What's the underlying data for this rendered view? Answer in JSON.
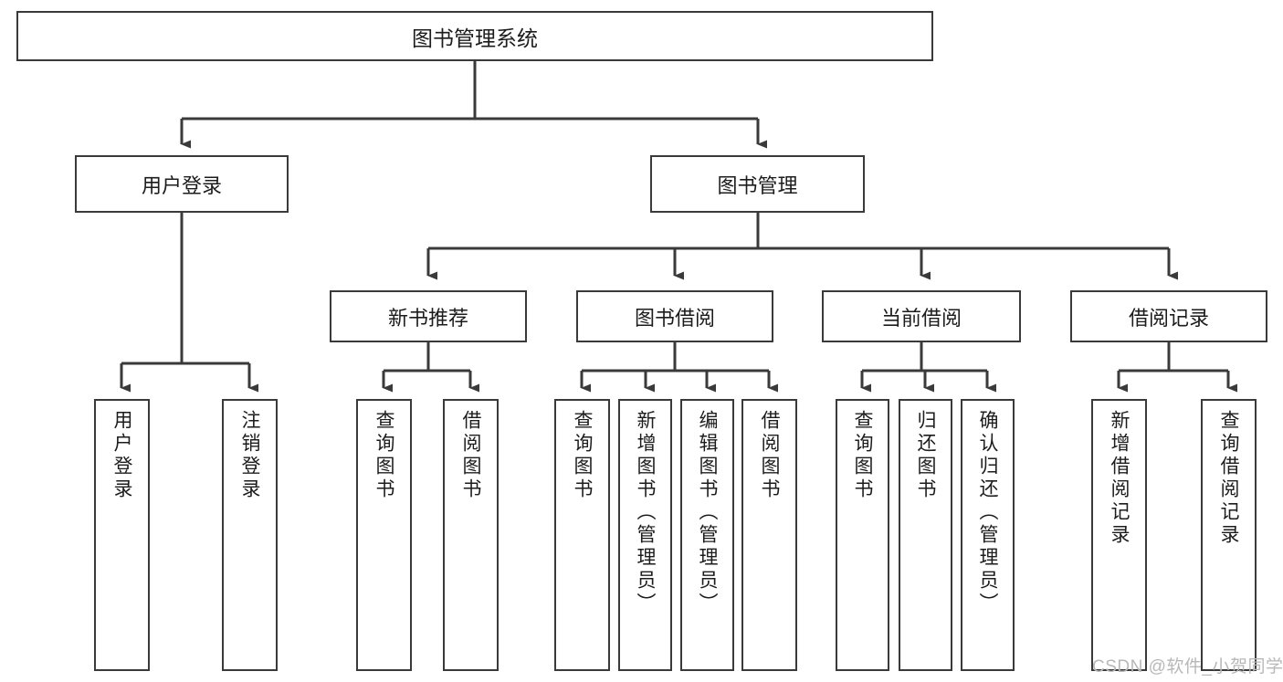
{
  "diagram": {
    "type": "tree-hierarchy-chart",
    "title": "图书管理系统",
    "colors": {
      "stroke": "#3a3a3a",
      "fill": "#ffffff",
      "text": "#1c1c1c",
      "watermark": "#b8b8b8"
    },
    "root": {
      "label": "图书管理系统"
    },
    "level_two": [
      {
        "label": "用户登录"
      },
      {
        "label": "图书管理"
      }
    ],
    "level_three": [
      {
        "label": "新书推荐"
      },
      {
        "label": "图书借阅"
      },
      {
        "label": "当前借阅"
      },
      {
        "label": "借阅记录"
      }
    ],
    "leaves": {
      "user_login": [
        {
          "label": "用户登录"
        },
        {
          "label": "注销登录"
        }
      ],
      "new_book_recommend": [
        {
          "label": "查询图书"
        },
        {
          "label": "借阅图书"
        }
      ],
      "book_borrow": [
        {
          "label": "查询图书"
        },
        {
          "label": "新增图书（管理员）"
        },
        {
          "label": "编辑图书（管理员）"
        },
        {
          "label": "借阅图书"
        }
      ],
      "current_borrow": [
        {
          "label": "查询图书"
        },
        {
          "label": "归还图书"
        },
        {
          "label": "确认归还（管理员）"
        }
      ],
      "borrow_record": [
        {
          "label": "新增借阅记录"
        },
        {
          "label": "查询借阅记录"
        }
      ]
    }
  },
  "watermark": {
    "text": "CSDN @软件_小贺同学"
  }
}
